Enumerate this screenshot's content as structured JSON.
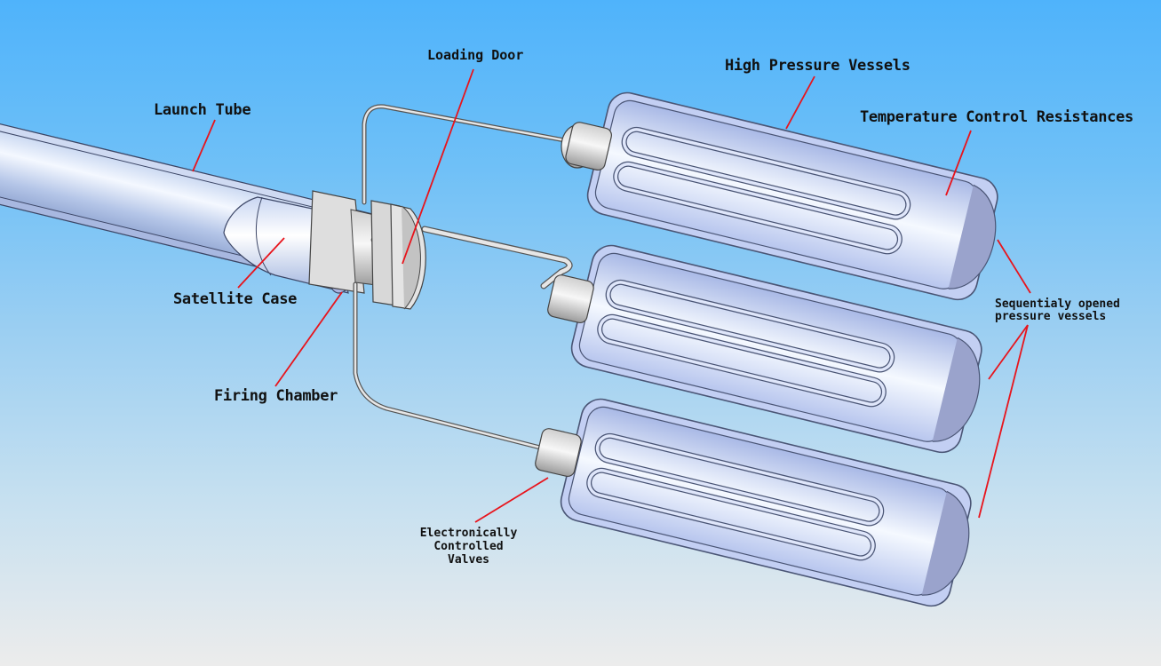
{
  "diagram": {
    "labels": {
      "loading_door": "Loading Door",
      "high_pressure_vessels": "High Pressure Vessels",
      "launch_tube": "Launch Tube",
      "temperature_control": "Temperature Control Resistances",
      "satellite_case": "Satellite Case",
      "sequential_line1": "Sequentialy opened",
      "sequential_line2": "pressure vessels",
      "firing_chamber": "Firing Chamber",
      "valves_line1": "Electronically",
      "valves_line2": "Controlled",
      "valves_line3": "Valves"
    },
    "colors": {
      "leader_line": "#e8141c",
      "vessel_face": "#b9c6f0",
      "vessel_edge": "#4a5575",
      "metal_light": "#f2f2f2",
      "metal_dark": "#a6a6a6",
      "end_cap": "#9aa3cc"
    }
  }
}
